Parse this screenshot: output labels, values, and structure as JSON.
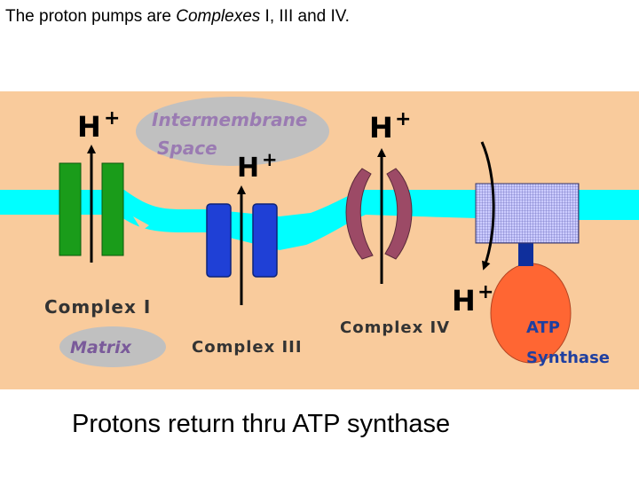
{
  "caption": {
    "prefix": "The proton pumps are ",
    "emphasis": "Complexes",
    "suffix": " I, III and IV."
  },
  "diagram": {
    "proton_symbol": "H",
    "proton_charge": "+",
    "intermembrane_label_1": "Intermembrane",
    "intermembrane_label_2": "Space",
    "matrix_label": "Matrix",
    "complex_1": "Complex I",
    "complex_3": "Complex III",
    "complex_4": "Complex IV",
    "atp_label_1": "ATP",
    "atp_label_2": "Synthase"
  },
  "footer_caption": "Protons return thru ATP synthase",
  "colors": {
    "background": "#f9cb9c",
    "membrane": "#00ffff",
    "complex_1": "#1a9c1a",
    "complex_3": "#1f40d6",
    "complex_4": "#9c4a66",
    "atp_head": "#ff6633",
    "atp_stalk": "#0f2f9c",
    "atp_rotor": "#b3b3ff",
    "bubble": "#c0c0c0"
  }
}
